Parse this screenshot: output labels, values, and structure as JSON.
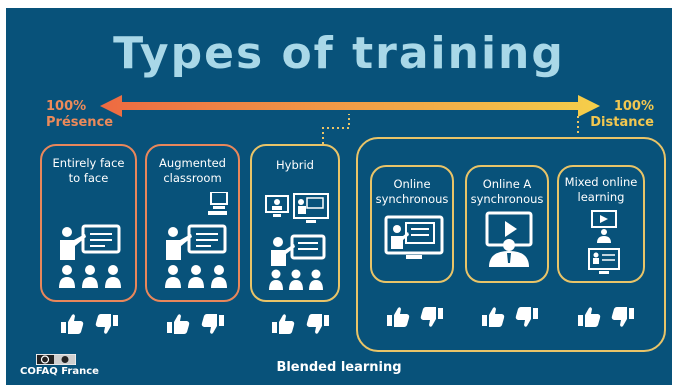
{
  "title": "Types of training",
  "scale": {
    "left_percent": "100%",
    "left_label": "Présence",
    "right_percent": "100%",
    "right_label": "Distance"
  },
  "boxes": [
    {
      "label": "Entirely face to face",
      "line1": "Entirely face",
      "line2": "to face",
      "icon": "teacher-presenting-to-students-icon"
    },
    {
      "label": "Augmented classroom",
      "line1": "Augmented",
      "line2": "classroom",
      "icon": "teacher-students-computer-icon"
    },
    {
      "label": "Hybrid",
      "line1": "Hybrid",
      "line2": "",
      "icon": "hybrid-online-and-classroom-icon"
    },
    {
      "label": "Online synchronous",
      "line1": "Online",
      "line2": "synchronous",
      "icon": "live-video-class-icon"
    },
    {
      "label": "Online A synchronous",
      "line1": "Online A",
      "line2": "synchronous",
      "icon": "recorded-video-icon"
    },
    {
      "label": "Mixed online learning",
      "line1": "Mixed online",
      "line2": "learning",
      "icon": "mixed-online-icon"
    }
  ],
  "footer": {
    "blended": "Blended learning",
    "credit": "COFAQ France",
    "license": "cc-by-license-badge"
  },
  "colors": {
    "background": "#08527a",
    "title": "#a9d8e8",
    "orange": "#e9875b",
    "gold": "#e9c468",
    "icon": "#ffffff"
  }
}
